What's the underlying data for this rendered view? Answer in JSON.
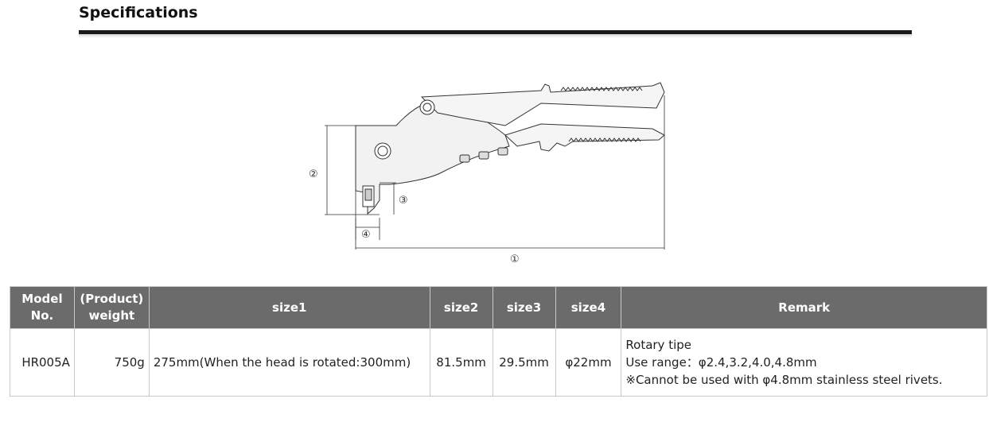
{
  "section": {
    "title": "Specifications"
  },
  "diagram": {
    "labels": [
      "①",
      "②",
      "③",
      "④"
    ]
  },
  "table": {
    "headers": {
      "model": [
        "Model",
        "No."
      ],
      "weight": [
        "(Product)",
        "weight"
      ],
      "size1": "size1",
      "size2": "size2",
      "size3": "size3",
      "size4": "size4",
      "remark": "Remark"
    },
    "row": {
      "model": "HR005A",
      "weight": "750g",
      "size1": "275mm(When the head is rotated:300mm)",
      "size2": "81.5mm",
      "size3": "29.5mm",
      "size4": "φ22mm",
      "remark": [
        "Rotary tipe",
        "Use range：φ2.4,3.2,4.0,4.8mm",
        "※Cannot be used with φ4.8mm stainless steel rivets."
      ]
    }
  }
}
